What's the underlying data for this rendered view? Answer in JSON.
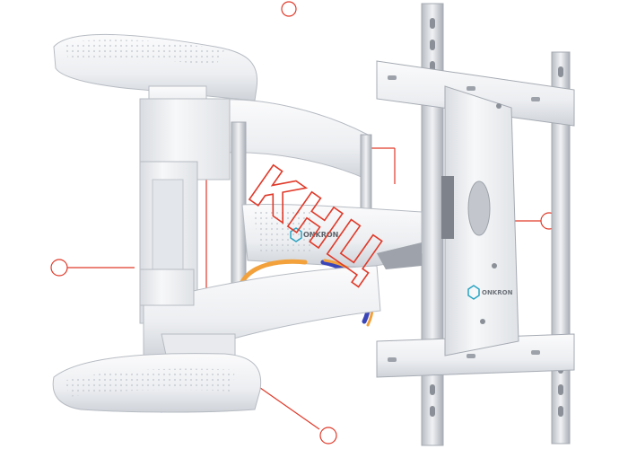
{
  "product": {
    "brand_small": "ONKRON",
    "brand_plate": "ONKRON"
  },
  "watermark": {
    "text": "КНЦ",
    "color": "#e03a2a"
  },
  "colors": {
    "bracket": "#f3f4f6",
    "bracket_shade": "#d6d9de",
    "steel": "#c9cdd3",
    "cable_orange": "#f2a13b",
    "cable_blue": "#3a45b8"
  }
}
